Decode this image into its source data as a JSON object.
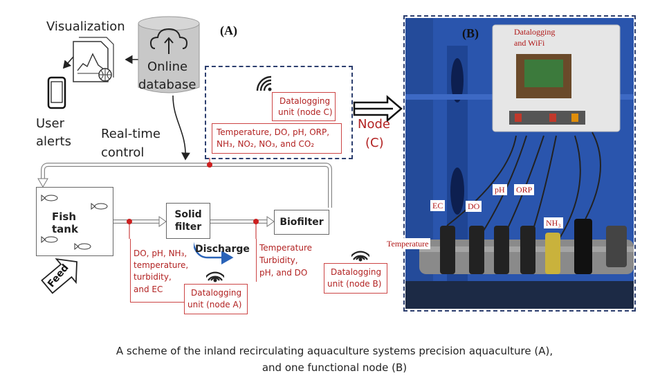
{
  "panelA": {
    "label": "(A)",
    "visualization": "Visualization",
    "db_line1": "Online",
    "db_line2": "database",
    "user_alerts_line1": "User",
    "user_alerts_line2": "alerts",
    "realtime_line1": "Real-time",
    "realtime_line2": "control",
    "fish_tank_line1": "Fish",
    "fish_tank_line2": "tank",
    "solid_filter_line1": "Solid",
    "solid_filter_line2": "filter",
    "biofilter": "Biofilter",
    "discharge": "Discharge",
    "feed": "Feed",
    "node_c_unit_line1": "Datalogging",
    "node_c_unit_line2": "unit (node C)",
    "node_c_params_line1": "Temperature, DO, pH, ORP,",
    "node_c_params_line2": "NH₃, NO₂, NO₃, and CO₂",
    "node_a_params": [
      "DO, pH, NH₃,",
      "temperature,",
      "turbidity,",
      "and EC"
    ],
    "node_a_unit_line1": "Datalogging",
    "node_a_unit_line2": "unit (node A)",
    "node_b_params": [
      "Temperature",
      "Turbidity,",
      "pH, and DO"
    ],
    "node_b_unit_line1": "Datalogging",
    "node_b_unit_line2": "unit (node B)",
    "node_arrow_line1": "Node",
    "node_arrow_line2": "(C)"
  },
  "panelB": {
    "label": "(B)",
    "datalogging_line1": "Datalogging",
    "datalogging_line2": "and WiFi",
    "ec": "EC",
    "do": "DO",
    "ph": "pH",
    "orp": "ORP",
    "nh3": "NH₃",
    "temperature": "Temperature"
  },
  "caption_line1": "A scheme of the inland recirculating aquaculture systems precision aquaculture (A),",
  "caption_line2": "and one functional node (B)",
  "colors": {
    "dashed_border": "#2c3e6e",
    "red_text": "#b22222",
    "db_grey": "#c8c8c8",
    "photo_blue": "#1f4fa8"
  }
}
